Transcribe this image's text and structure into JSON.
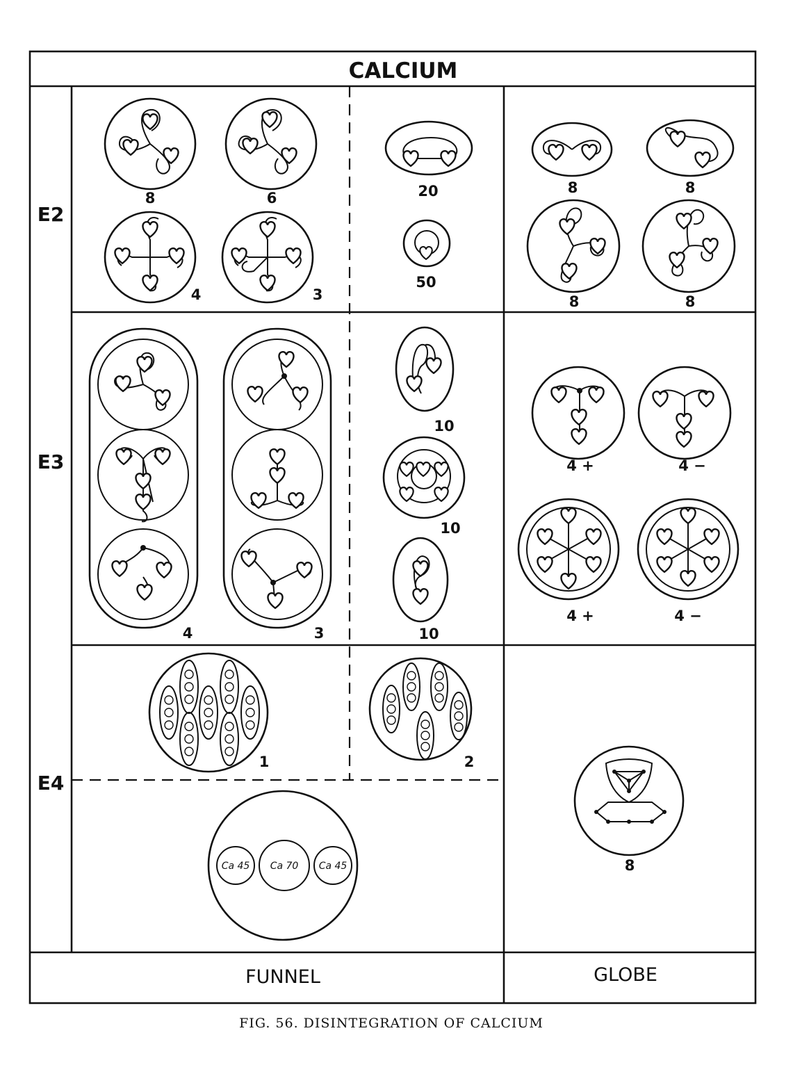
{
  "title": "CALCIUM",
  "rows": {
    "e2": "E2",
    "e3": "E3",
    "e4": "E4"
  },
  "footer": {
    "left": "FUNNEL",
    "right": "GLOBE"
  },
  "caption": "FIG. 56. DISINTEGRATION OF CALCIUM",
  "labels": {
    "e2_funnel_a": "8",
    "e2_funnel_b": "6",
    "e2_funnel_c": "4",
    "e2_funnel_d": "3",
    "e2_mid_a": "20",
    "e2_mid_b": "50",
    "e2_globe_a": "8",
    "e2_globe_b": "8",
    "e2_globe_c": "8",
    "e2_globe_d": "8",
    "e3_funnel_a": "4",
    "e3_funnel_b": "3",
    "e3_mid_a": "10",
    "e3_mid_b": "10",
    "e3_mid_c": "10",
    "e3_globe_a": "4 +",
    "e3_globe_b": "4 −",
    "e3_globe_c": "4 +",
    "e3_globe_d": "4 −",
    "e4_funnel_a": "1",
    "e4_funnel_b": "2",
    "e4_globe": "8"
  },
  "ca_labels": {
    "left": "Ca 45",
    "center": "Ca 70",
    "right": "Ca 45"
  }
}
